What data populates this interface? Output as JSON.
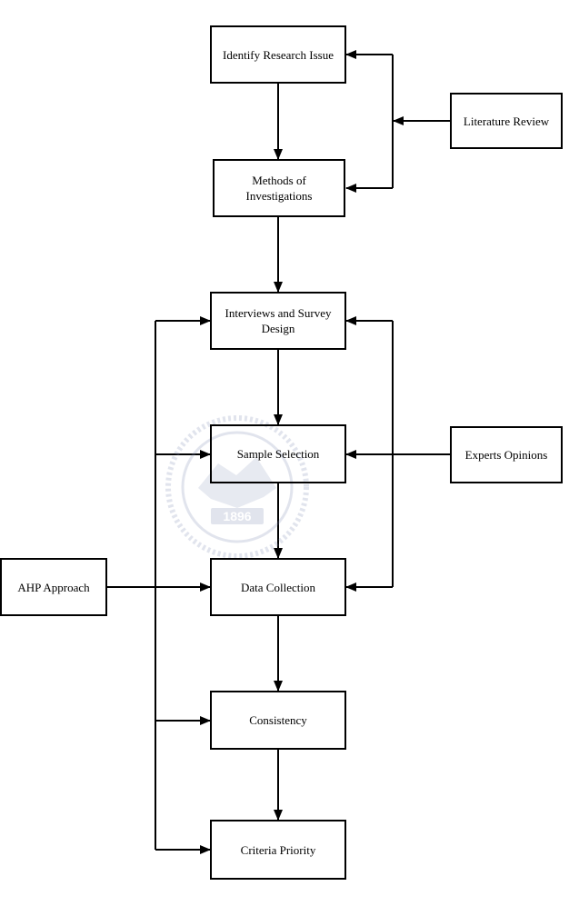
{
  "nodes": {
    "identify": "Identify Research Issue",
    "literature": "Literature Review",
    "methods": "Methods of Investigations",
    "interviews": "Interviews and Survey Design",
    "sample": "Sample Selection",
    "experts": "Experts Opinions",
    "ahp": "AHP Approach",
    "data": "Data Collection",
    "consistency": "Consistency",
    "priority": "Criteria Priority"
  },
  "watermark": {
    "year": "1896"
  },
  "colors": {
    "line": "#000000",
    "watermark": "#7a86b0"
  }
}
